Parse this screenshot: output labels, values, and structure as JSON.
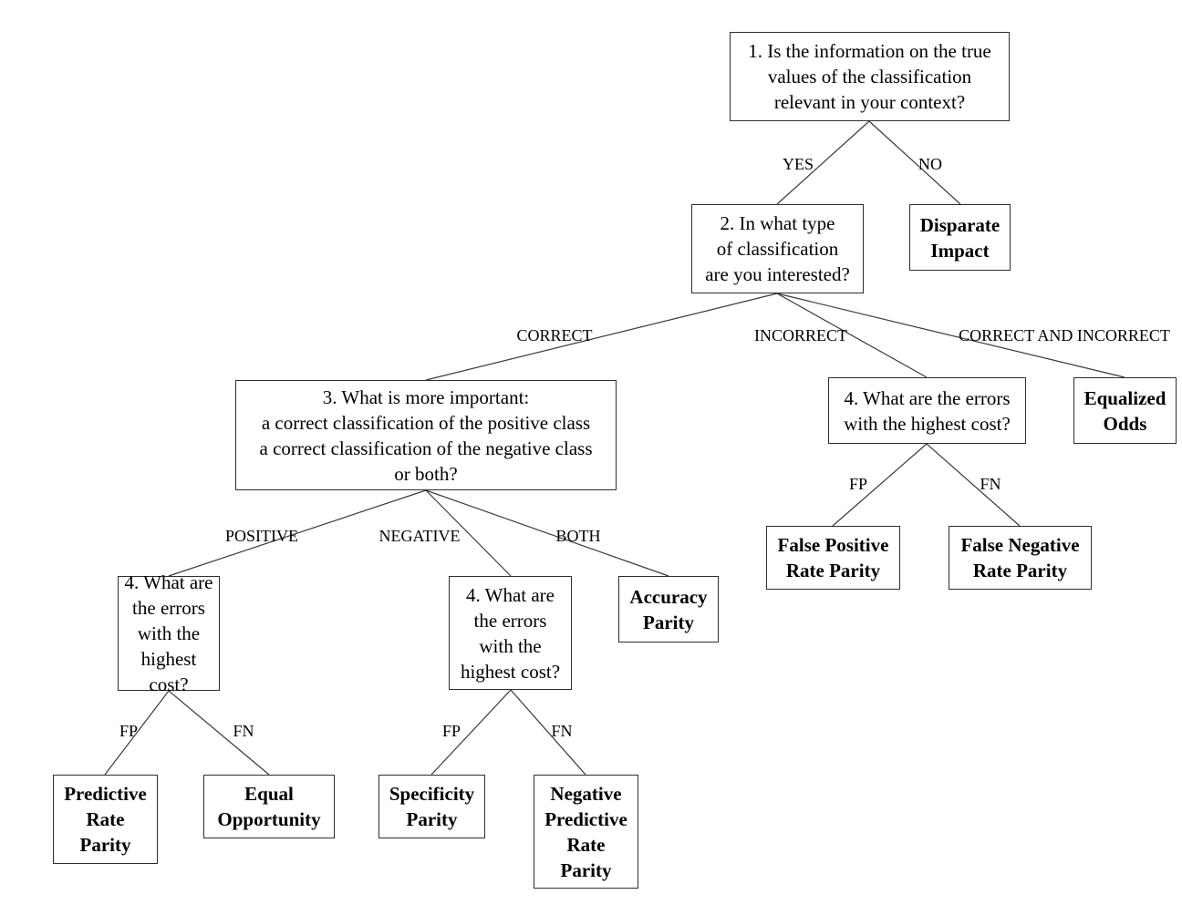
{
  "colors": {
    "background": "#ffffff",
    "text": "#000000",
    "box_border": "#2e2e2e",
    "line": "#3a3a3a"
  },
  "nodes": {
    "q1": "1. Is the information on the true\nvalues of the classification\nrelevant in your context?",
    "q2": "2. In what type\nof classification\nare you interested?",
    "q3": "3. What is more important:\na correct classification of the positive class\na correct classification of the negative class\nor both?",
    "q4_positive": "4. What are\nthe errors\nwith the\nhighest cost?",
    "q4_negative": "4. What are\nthe errors\nwith the\nhighest cost?",
    "q4_incorrect": "4. What are the errors\nwith the highest cost?",
    "disparate_impact": "Disparate\nImpact",
    "equalized_odds": "Equalized\nOdds",
    "accuracy_parity": "Accuracy\nParity",
    "predictive_rate_parity": "Predictive\nRate\nParity",
    "equal_opportunity": "Equal\nOpportunity",
    "specificity_parity": "Specificity\nParity",
    "negative_predictive_rate_parity": "Negative\nPredictive\nRate\nParity",
    "false_positive_rate_parity": "False Positive\nRate Parity",
    "false_negative_rate_parity": "False Negative\nRate Parity"
  },
  "edge_labels": {
    "yes": "YES",
    "no": "NO",
    "correct": "CORRECT",
    "incorrect": "INCORRECT",
    "correct_and_incorrect": "CORRECT AND INCORRECT",
    "positive": "POSITIVE",
    "negative": "NEGATIVE",
    "both": "BOTH",
    "fp": "FP",
    "fn": "FN"
  }
}
